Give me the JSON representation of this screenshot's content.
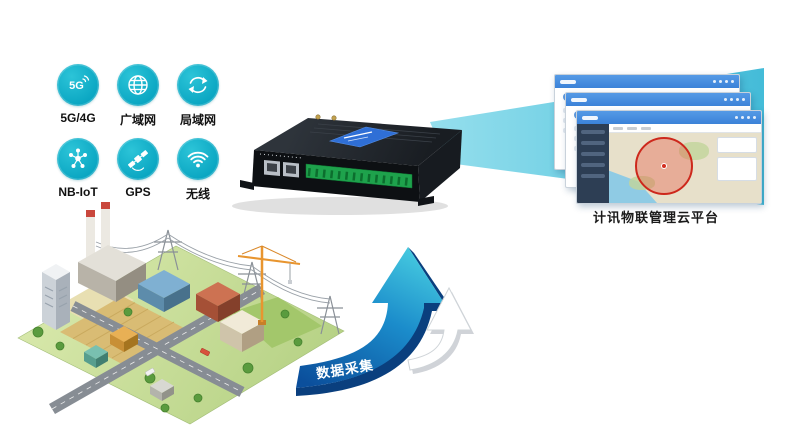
{
  "features": {
    "items": [
      {
        "label": "5G/4G",
        "icon": "5g-icon",
        "glyph": "5G"
      },
      {
        "label": "广域网",
        "icon": "wan-globe-icon"
      },
      {
        "label": "局域网",
        "icon": "lan-sync-icon"
      },
      {
        "label": "NB-IoT",
        "icon": "nbiot-network-icon"
      },
      {
        "label": "GPS",
        "icon": "gps-satellite-icon"
      },
      {
        "label": "无线",
        "icon": "wifi-icon"
      }
    ]
  },
  "platform": {
    "caption": "计讯物联管理云平台"
  },
  "arrow": {
    "label": "数据采集"
  },
  "colors": {
    "accent": "#0aa6c2",
    "beam": "#38bcda",
    "screen-header": "#3b82d8",
    "arrow-light": "#3ec6de",
    "arrow-deep": "#0b4f9c",
    "device-label-blue": "#2f6fd6",
    "terminal-green": "#1ea24c",
    "city-green": "#cfe3a0",
    "geofence-red": "#cd281c"
  }
}
